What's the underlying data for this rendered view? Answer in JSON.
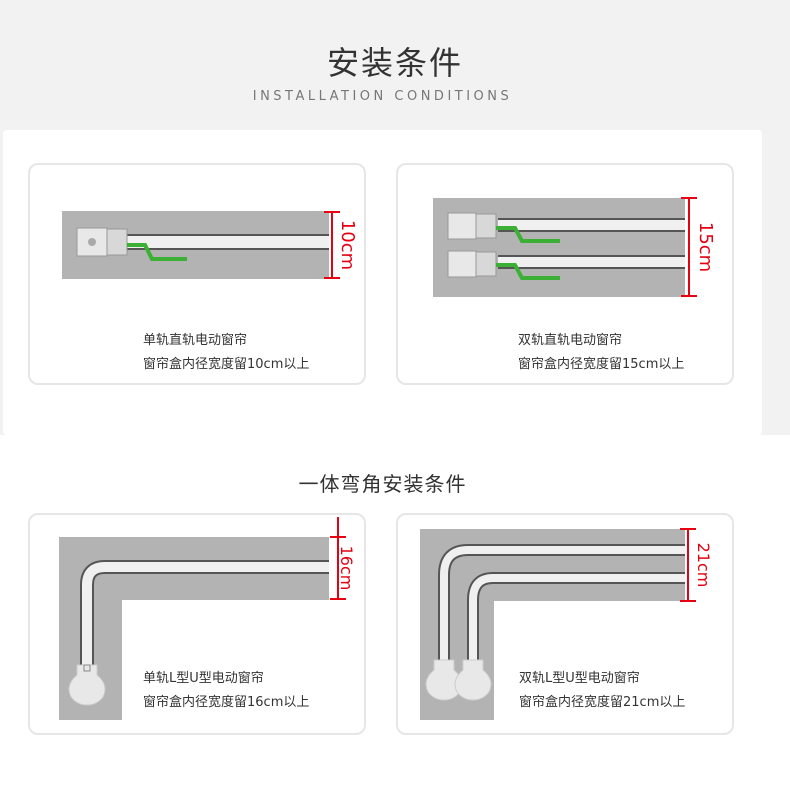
{
  "header": {
    "title": "安装条件",
    "subtitle": "INSTALLATION CONDITIONS"
  },
  "section2": {
    "title": "一体弯角安装条件"
  },
  "cards": [
    {
      "measure": "10cm",
      "line1": "单轨直轨电动窗帘",
      "line2": "窗帘盒内径宽度留10cm以上"
    },
    {
      "measure": "15cm",
      "line1": "双轨直轨电动窗帘",
      "line2": "窗帘盒内径宽度留15cm以上"
    },
    {
      "measure": "16cm",
      "line1": "单轨L型U型电动窗帘",
      "line2": "窗帘盒内径宽度留16cm以上"
    },
    {
      "measure": "21cm",
      "line1": "双轨L型U型电动窗帘",
      "line2": "窗帘盒内径宽度留21cm以上"
    }
  ],
  "colors": {
    "accent": "#e60012",
    "wire": "#3cb034",
    "box": "#b3b3b3"
  }
}
